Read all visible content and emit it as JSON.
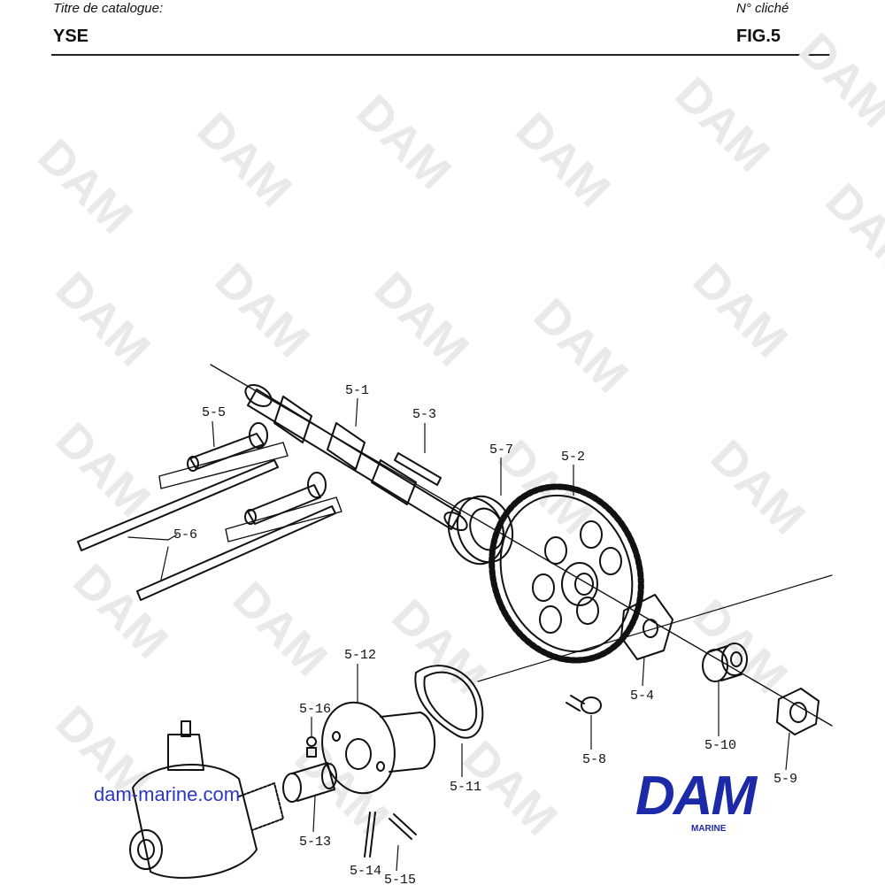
{
  "header": {
    "catalogue_label": "Titre de catalogue:",
    "catalogue_value": "YSE",
    "cliche_label": "N° cliché",
    "cliche_value": "FIG.5"
  },
  "watermark": {
    "text": "DAM"
  },
  "callouts": {
    "c5_1": "5-1",
    "c5_2": "5-2",
    "c5_3": "5-3",
    "c5_4": "5-4",
    "c5_5": "5-5",
    "c5_6": "5-6",
    "c5_7": "5-7",
    "c5_8": "5-8",
    "c5_9": "5-9",
    "c5_10": "5-10",
    "c5_11": "5-11",
    "c5_12": "5-12",
    "c5_13": "5-13",
    "c5_14": "5-14",
    "c5_15": "5-15",
    "c5_16": "5-16"
  },
  "footer": {
    "website": "dam-marine.com",
    "logo": "DAM",
    "logo_sub": "MARINE"
  },
  "colors": {
    "brand": "#1d2aa8",
    "link": "#2a38c4",
    "line": "#111111"
  }
}
